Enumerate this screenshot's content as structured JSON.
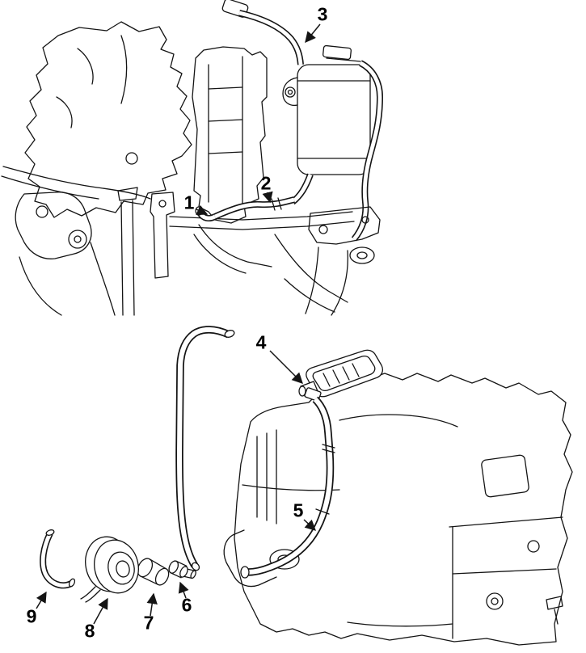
{
  "figure": {
    "type": "exploded-parts-diagram",
    "description_names": {
      "upper_view": "engine-top-view-with-filter-and-hoses",
      "lower_view": "engine-side-view-with-drain-hose-and-fittings"
    },
    "colors": {
      "line": "#141414",
      "background": "#ffffff",
      "label": "#000000"
    },
    "callouts": [
      {
        "id": 1,
        "label": "1"
      },
      {
        "id": 2,
        "label": "2"
      },
      {
        "id": 3,
        "label": "3"
      },
      {
        "id": 4,
        "label": "4"
      },
      {
        "id": 5,
        "label": "5"
      },
      {
        "id": 6,
        "label": "6"
      },
      {
        "id": 7,
        "label": "7"
      },
      {
        "id": 8,
        "label": "8"
      },
      {
        "id": 9,
        "label": "9"
      }
    ]
  }
}
